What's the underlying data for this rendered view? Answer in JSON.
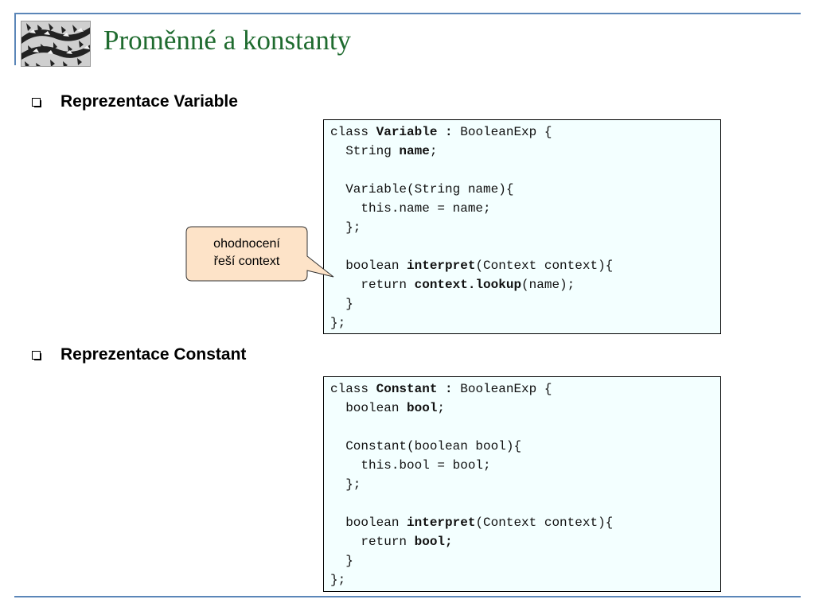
{
  "slide": {
    "title": "Proměnné a konstanty",
    "logo": "escher-style tessellation image"
  },
  "bullets": [
    {
      "icon": "checkbox-bullet-icon",
      "text": "Reprezentace Variable"
    },
    {
      "icon": "checkbox-bullet-icon",
      "text": "Reprezentace Constant"
    }
  ],
  "callout": {
    "line1": "ohodnocení",
    "line2": "řeší context"
  },
  "code_variable": [
    [
      {
        "t": "class "
      },
      {
        "t": "Variable",
        "b": true
      },
      {
        "t": " : ",
        "b": true
      },
      {
        "t": "BooleanExp {"
      }
    ],
    [
      {
        "t": "  String "
      },
      {
        "t": "name",
        "b": true
      },
      {
        "t": ";"
      }
    ],
    [],
    [
      {
        "t": "  Variable(String name){"
      }
    ],
    [
      {
        "t": "    this.name = name;"
      }
    ],
    [
      {
        "t": "  };"
      }
    ],
    [],
    [
      {
        "t": "  boolean "
      },
      {
        "t": "interpret",
        "b": true
      },
      {
        "t": "(Context context){"
      }
    ],
    [
      {
        "t": "    return "
      },
      {
        "t": "context.lookup",
        "b": true
      },
      {
        "t": "(name);"
      }
    ],
    [
      {
        "t": "  }"
      }
    ],
    [
      {
        "t": "};"
      }
    ]
  ],
  "code_constant": [
    [
      {
        "t": "class "
      },
      {
        "t": "Constant",
        "b": true
      },
      {
        "t": " : ",
        "b": true
      },
      {
        "t": "BooleanExp {"
      }
    ],
    [
      {
        "t": "  boolean "
      },
      {
        "t": "bool",
        "b": true
      },
      {
        "t": ";"
      }
    ],
    [],
    [
      {
        "t": "  Constant(boolean bool){"
      }
    ],
    [
      {
        "t": "    this.bool = bool;"
      }
    ],
    [
      {
        "t": "  };"
      }
    ],
    [],
    [
      {
        "t": "  boolean "
      },
      {
        "t": "interpret",
        "b": true
      },
      {
        "t": "(Context context){"
      }
    ],
    [
      {
        "t": "    return "
      },
      {
        "t": "bool;",
        "b": true
      }
    ],
    [
      {
        "t": "  }"
      }
    ],
    [
      {
        "t": "};"
      }
    ]
  ],
  "colors": {
    "title": "#1f6b2f",
    "rules": "#5b86b8",
    "code_background": "#f3ffff",
    "callout_fill": "#fde3c8"
  }
}
